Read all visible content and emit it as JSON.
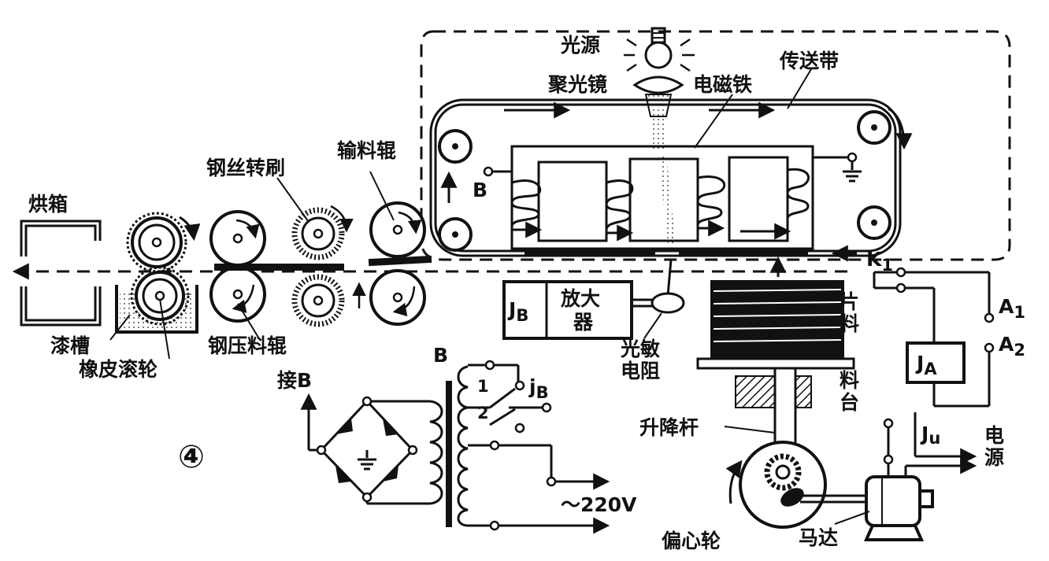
{
  "figure": {
    "number": "④",
    "colors": {
      "ink": "#111111",
      "paper": "#ffffff"
    }
  },
  "labels": {
    "oven": "烘箱",
    "paint_tank": "漆槽",
    "rubber_roller": "橡皮滚轮",
    "wire_brush": "钢丝转刷",
    "steel_press_roller": "钢压料辊",
    "feed_roller": "输料辊",
    "light_source": "光源",
    "condenser_lens": "聚光镜",
    "electromagnet": "电磁铁",
    "conveyor_belt": "传送带",
    "point_b": "B",
    "jb_box": "J",
    "jb_sub": "B",
    "amplifier_1": "放大",
    "amplifier_2": "器",
    "photoresistor_1": "光敏",
    "photoresistor_2": "电阻",
    "k1": "K",
    "k1_sub": "1",
    "sheet_1": "片",
    "sheet_2": "料",
    "table_1": "料",
    "table_2": "台",
    "a1": "A",
    "a1_sub": "1",
    "a2": "A",
    "a2_sub": "2",
    "ja_box": "J",
    "ja_sub": "A",
    "lift_rod": "升降杆",
    "eccentric": "偏心轮",
    "motor": "马达",
    "ju": "J",
    "ju_sub": "u",
    "power_1": "电",
    "power_2": "源",
    "connect_b": "接B",
    "transformer_b": "B",
    "tap_1": "1",
    "tap_2": "2",
    "jb_switch": "j",
    "jb_switch_sub": "B",
    "mains": "～220V"
  }
}
